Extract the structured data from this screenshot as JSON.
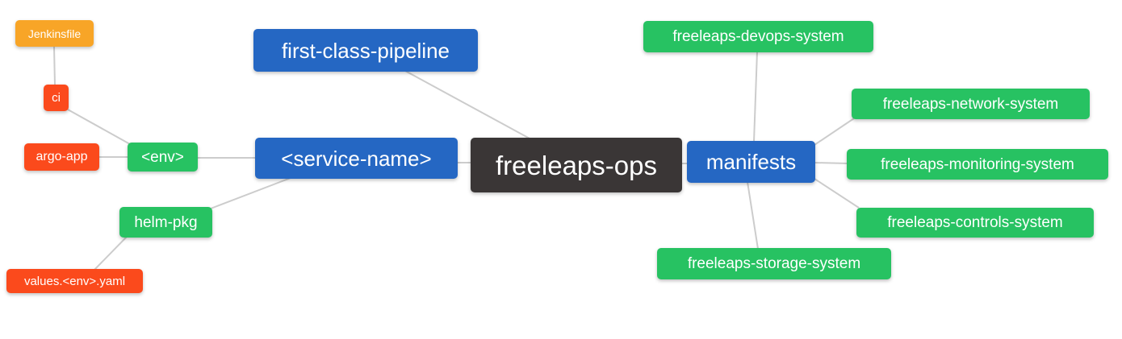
{
  "diagram": {
    "type": "mindmap",
    "background": "#ffffff",
    "edge_color": "#cccccc",
    "colors": {
      "root": "#3a3636",
      "branch_blue": "#2567c3",
      "leaf_green": "#27c262",
      "leaf_red": "#fb4a1c",
      "leaf_orange": "#f8a527",
      "text": "#ffffff"
    },
    "nodes": [
      {
        "id": "jenkinsfile",
        "label": "Jenkinsfile",
        "color": "#f8a527"
      },
      {
        "id": "ci",
        "label": "ci",
        "color": "#fb4a1c"
      },
      {
        "id": "argo-app",
        "label": "argo-app",
        "color": "#fb4a1c"
      },
      {
        "id": "env",
        "label": "<env>",
        "color": "#27c262"
      },
      {
        "id": "helm-pkg",
        "label": "helm-pkg",
        "color": "#27c262"
      },
      {
        "id": "values-env-yaml",
        "label": "values.<env>.yaml",
        "color": "#fb4a1c"
      },
      {
        "id": "first-class-pipeline",
        "label": "first-class-pipeline",
        "color": "#2567c3"
      },
      {
        "id": "service-name",
        "label": "<service-name>",
        "color": "#2567c3"
      },
      {
        "id": "freeleaps-ops",
        "label": "freeleaps-ops",
        "color": "#3a3636"
      },
      {
        "id": "manifests",
        "label": "manifests",
        "color": "#2567c3"
      },
      {
        "id": "freeleaps-devops-system",
        "label": "freeleaps-devops-system",
        "color": "#27c262"
      },
      {
        "id": "freeleaps-network-system",
        "label": "freeleaps-network-system",
        "color": "#27c262"
      },
      {
        "id": "freeleaps-monitoring-system",
        "label": "freeleaps-monitoring-system",
        "color": "#27c262"
      },
      {
        "id": "freeleaps-controls-system",
        "label": "freeleaps-controls-system",
        "color": "#27c262"
      },
      {
        "id": "freeleaps-storage-system",
        "label": "freeleaps-storage-system",
        "color": "#27c262"
      }
    ],
    "edges": [
      {
        "from": "jenkinsfile",
        "to": "ci"
      },
      {
        "from": "ci",
        "to": "env"
      },
      {
        "from": "argo-app",
        "to": "env"
      },
      {
        "from": "env",
        "to": "service-name"
      },
      {
        "from": "service-name",
        "to": "helm-pkg"
      },
      {
        "from": "helm-pkg",
        "to": "values-env-yaml"
      },
      {
        "from": "first-class-pipeline",
        "to": "freeleaps-ops"
      },
      {
        "from": "service-name",
        "to": "freeleaps-ops"
      },
      {
        "from": "freeleaps-ops",
        "to": "manifests"
      },
      {
        "from": "manifests",
        "to": "freeleaps-devops-system"
      },
      {
        "from": "manifests",
        "to": "freeleaps-network-system"
      },
      {
        "from": "manifests",
        "to": "freeleaps-monitoring-system"
      },
      {
        "from": "manifests",
        "to": "freeleaps-controls-system"
      },
      {
        "from": "manifests",
        "to": "freeleaps-storage-system"
      }
    ]
  }
}
